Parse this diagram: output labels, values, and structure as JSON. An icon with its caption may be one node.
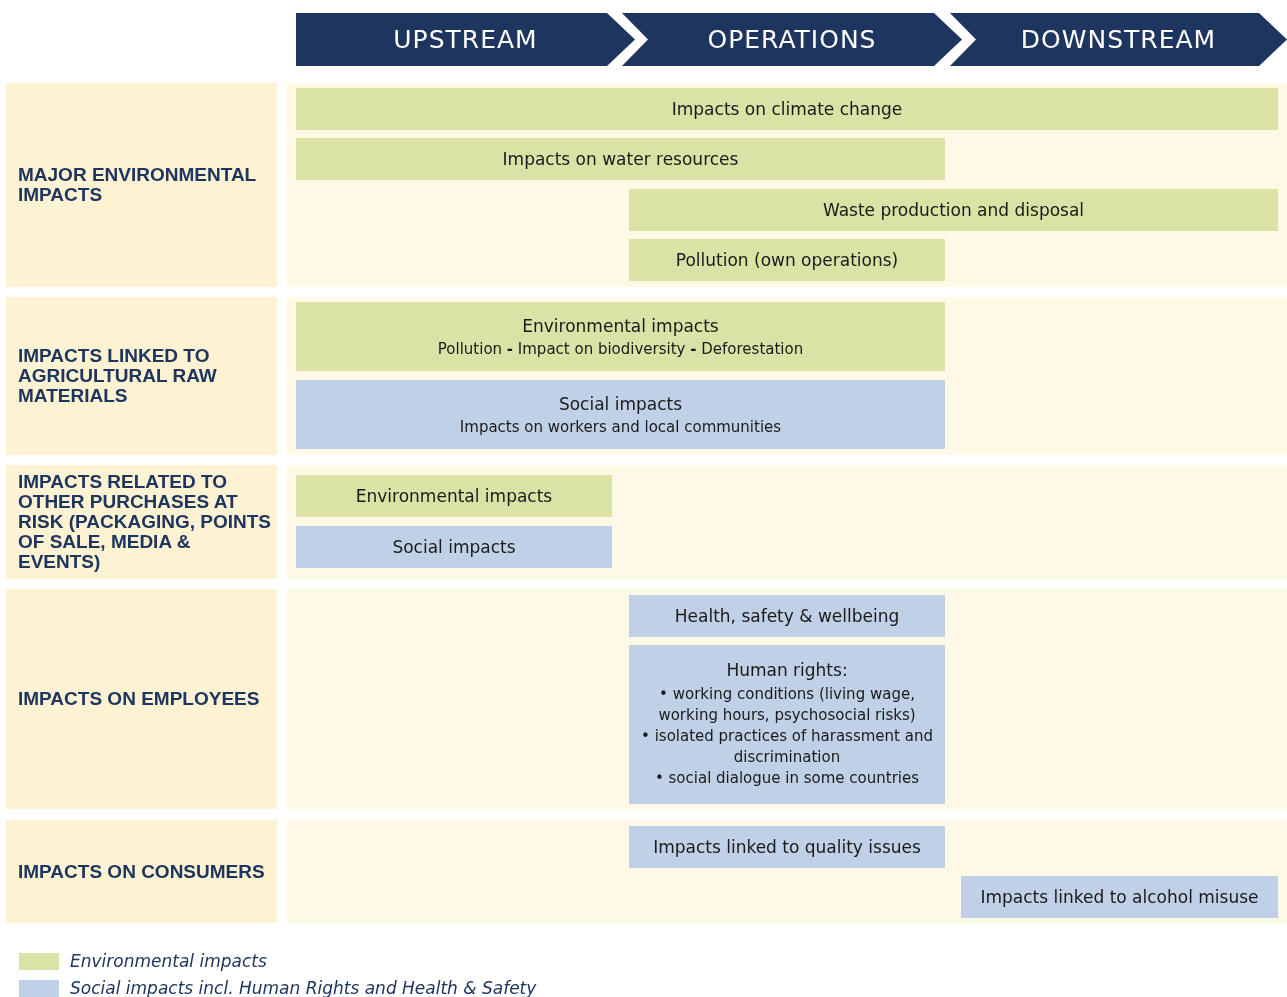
{
  "diagram": {
    "nodes": [
      {
        "text": [
          "UPSTREAM"
        ]
      },
      {
        "text": [
          "OPERATIONS"
        ]
      },
      {
        "text": [
          "DOWNSTREAM"
        ]
      },
      {
        "text": [
          "MAJOR ENVIRONMENTAL IMPACTS"
        ]
      },
      {
        "text": [],
        "shape": "box"
      },
      {
        "text": [
          "Impacts on climate change"
        ],
        "in": 4
      },
      {
        "text": [
          "Impacts on water resources"
        ],
        "in": 4
      },
      {
        "text": [
          "Waste production and disposal"
        ],
        "in": 4
      },
      {
        "text": [
          "Pollution (own operations)"
        ],
        "in": 4
      },
      {
        "text": [
          "IMPACTS LINKED TO AGRICULTURAL RAW MATERIALS"
        ]
      },
      {
        "text": [],
        "shape": "box"
      },
      {
        "text": [
          "Environmental impacts",
          "Pollution **-** Impact on biodiversity **-** Deforestation"
        ],
        "in": 10
      },
      {
        "text": [
          "Social impacts",
          "Impacts on workers and local communities"
        ],
        "in": 10
      },
      {
        "text": [
          "IMPACTS RELATED TO OTHER PURCHASES AT RISK (PACKAGING, POINTS OF SALE, MEDIA & EVENTS)"
        ]
      },
      {
        "text": [],
        "shape": "box"
      },
      {
        "text": [
          "Environmental impacts"
        ],
        "in": 14
      },
      {
        "text": [
          "Social impacts"
        ],
        "in": 14
      },
      {
        "text": [
          "IMPACTS ON EMPLOYEES"
        ]
      },
      {
        "text": [],
        "shape": "box"
      },
      {
        "text": [
          "Health, safety & wellbeing"
        ],
        "in": 18
      },
      {
        "text": [
          "Human rights:",
          "• working conditions (living wage, working hours, psychosocial risks)",
          "• isolated practices of harassment and discrimination",
          "• social dialogue in some countries"
        ],
        "in": 18
      },
      {
        "text": [
          "IMPACTS ON CONSUMERS"
        ]
      },
      {
        "text": [],
        "shape": "box"
      },
      {
        "text": [
          "Impacts linked to quality issues"
        ],
        "in": 22
      },
      {
        "text": [
          "Impacts linked to alcohol misuse"
        ],
        "in": 22
      }
    ],
    "edges": [],
    "legend": [
      {
        "text": "Environmental impacts",
        "color": "#dae3a5"
      },
      {
        "text": "Social impacts incl. Human Rights and Health & Safety",
        "color": "#c0d1e7"
      }
    ]
  }
}
